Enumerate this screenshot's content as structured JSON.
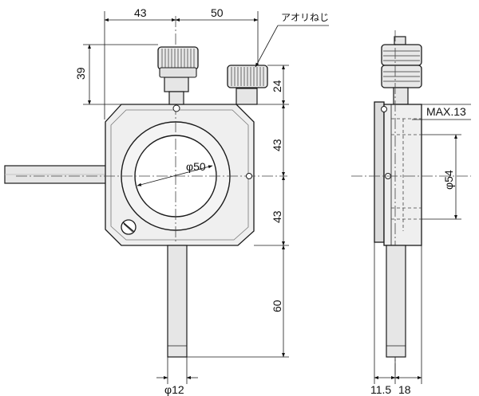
{
  "dimensions": {
    "top_left": "43",
    "top_right": "50",
    "knob_height": "39",
    "screw_offset": "24",
    "upper_half": "43",
    "lower_half": "43",
    "rod_length": "60",
    "rod_diameter": "φ12",
    "aperture": "φ50",
    "side_max": "MAX.13",
    "side_diameter": "φ54",
    "side_bottom_left": "11.5",
    "side_bottom_right": "18"
  },
  "callout": {
    "label": "アオリねじ"
  }
}
